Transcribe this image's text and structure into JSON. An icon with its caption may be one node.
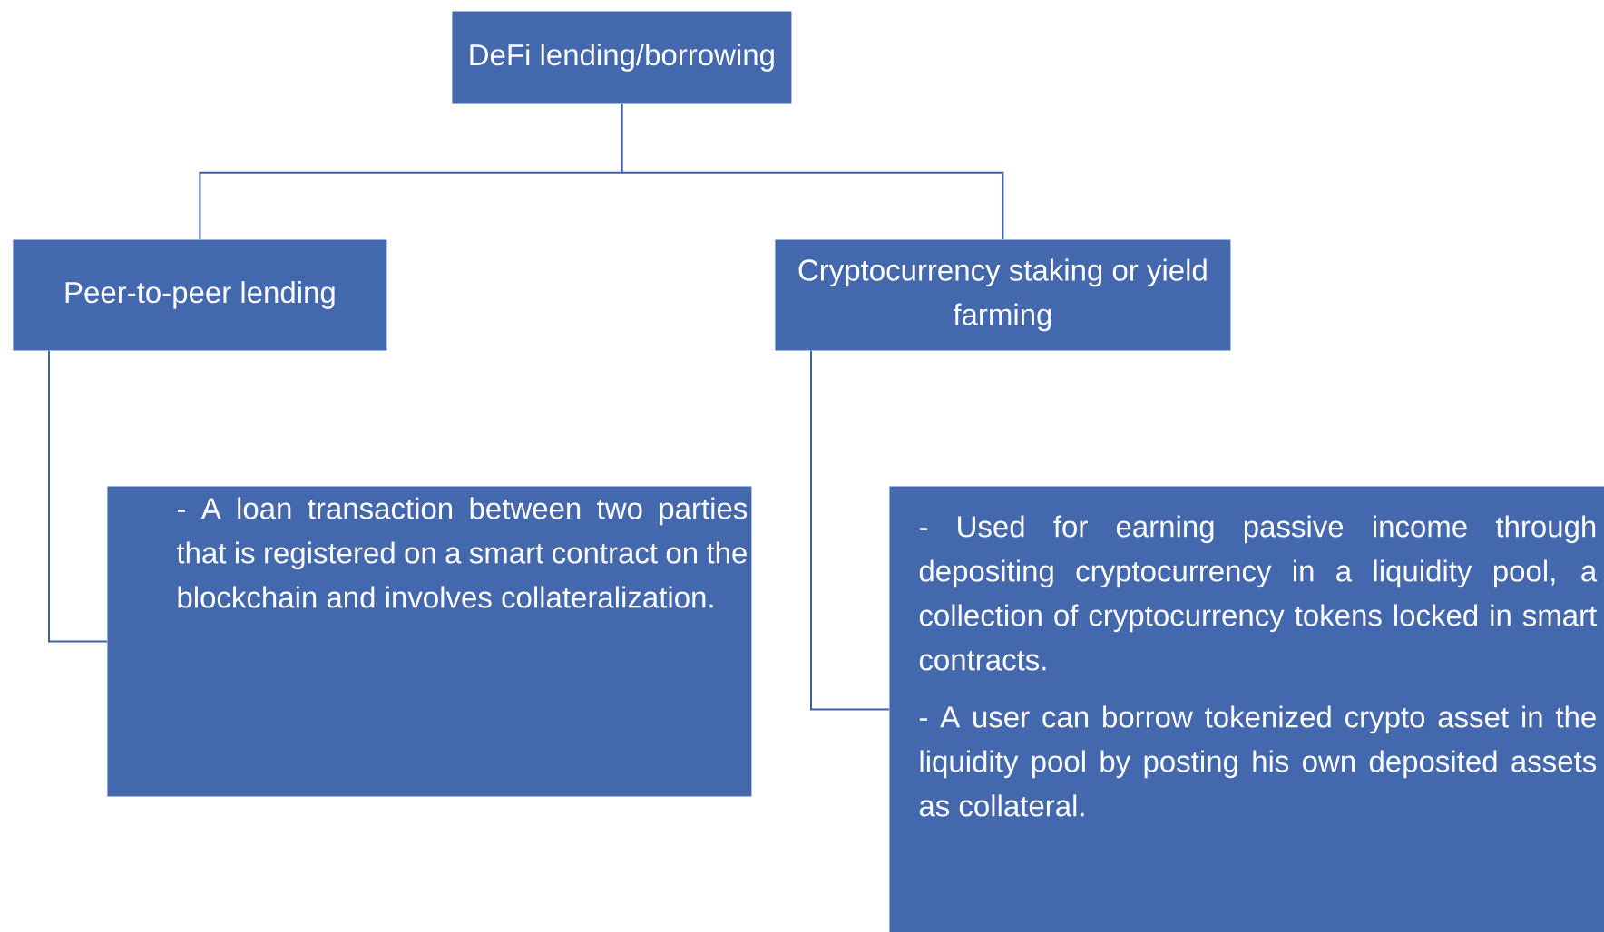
{
  "diagram": {
    "nodes": [
      {
        "text": [
          "DeFi lending/borrowing"
        ]
      },
      {
        "text": [
          "Peer-to-peer lending"
        ]
      },
      {
        "text": [
          "Cryptocurrency staking or yield farming"
        ]
      },
      {
        "text": [
          "- A loan transaction between two parties that is registered on a smart contract on the blockchain and involves collateralization."
        ]
      },
      {
        "text": [
          "- Used for earning passive income through depositing cryptocurrency in a liquidity pool, a collection of cryptocurrency tokens locked in smart contracts.",
          "- A user can borrow tokenized crypto asset in the liquidity pool by posting his own deposited assets as collateral."
        ]
      }
    ],
    "edges": [
      {
        "from": 0,
        "to": 1,
        "arrow": "none"
      },
      {
        "from": 0,
        "to": 2,
        "arrow": "none"
      },
      {
        "from": 1,
        "to": 3,
        "arrow": "none"
      },
      {
        "from": 2,
        "to": 4,
        "arrow": "none"
      }
    ]
  }
}
